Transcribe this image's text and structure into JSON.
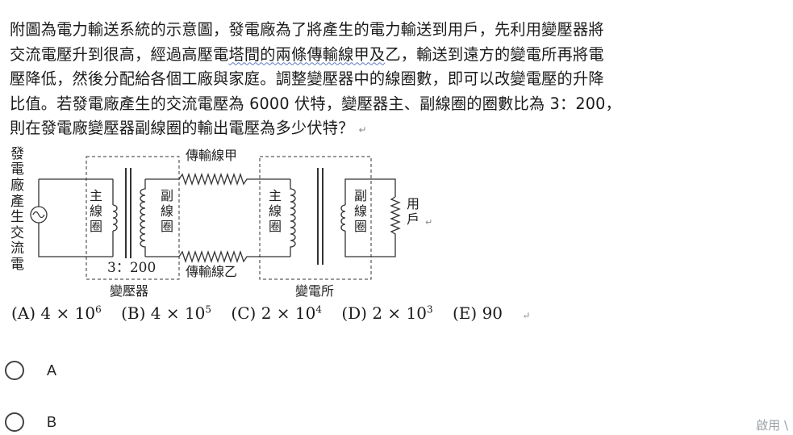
{
  "question": {
    "line1": "附圖為電力輸送系統的示意圖，發電廠為了將產生的電力輸送到用戶，先利用變壓器將",
    "line2_a": "交流電壓升到很高，經過高壓電",
    "line2_wavy": "塔間的兩條傳輸線甲及",
    "line2_b": "乙，輸送到遠方的變電所再將電",
    "line3": "壓降低，然後分配給各個工廠與家庭。調整變壓器中的線圈數，即可以改變電壓的升降",
    "line4": "比值。若發電廠產生的交流電壓為 6000 伏特，變壓器主、副線圈的圈數比為 3：200，",
    "line5": "則在發電廠變壓器副線圈的輸出電壓為多少伏特？",
    "return_mark": "↵"
  },
  "diagram": {
    "source_label": [
      "發",
      "電",
      "廠",
      "產",
      "生",
      "交",
      "流",
      "電"
    ],
    "primary_coil_label": [
      "主",
      "線",
      "圈"
    ],
    "secondary_coil_label": [
      "副",
      "線",
      "圈"
    ],
    "line_a_label": "傳輸線甲",
    "line_b_label": "傳輸線乙",
    "ratio_label": "3：200",
    "transformer_label": "變壓器",
    "substation_label": "變電所",
    "user_label": [
      "用",
      "戶"
    ],
    "return_mark": "↵"
  },
  "choices": [
    {
      "letter": "(A)",
      "mantissa": "4 × 10",
      "exp": "6"
    },
    {
      "letter": "(B)",
      "mantissa": "4 × 10",
      "exp": "5"
    },
    {
      "letter": "(C)",
      "mantissa": "2 × 10",
      "exp": "4"
    },
    {
      "letter": "(D)",
      "mantissa": "2 × 10",
      "exp": "3"
    },
    {
      "letter": "(E)",
      "mantissa": "90",
      "exp": ""
    }
  ],
  "choices_return_mark": "↵",
  "options": [
    {
      "label": "A"
    },
    {
      "label": "B"
    }
  ],
  "watermark": "啟用 \\"
}
